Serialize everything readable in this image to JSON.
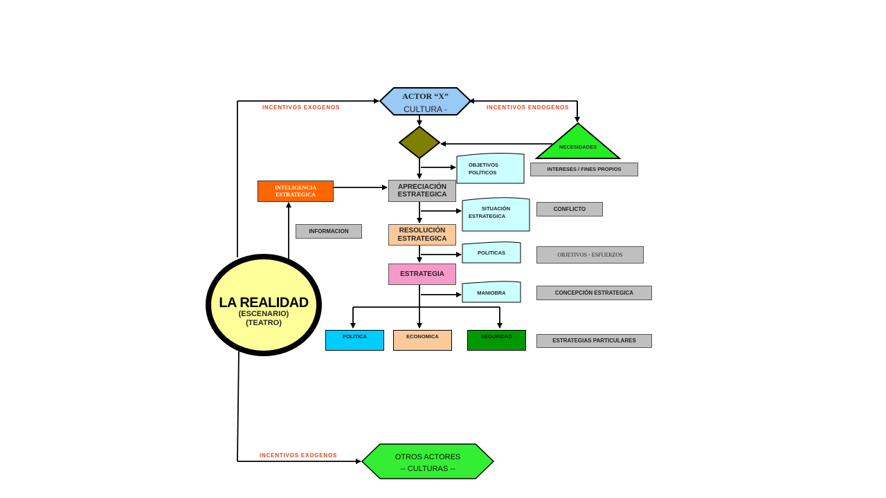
{
  "actor": {
    "title": "ACTOR “X”",
    "subtitle": "CULTURA  -"
  },
  "incentives": {
    "exogenous_top": "INCENTIVOS  EXOGENOS",
    "endogenous": "INCENTIVOS  ENDOGENOS",
    "exogenous_bottom": "INCENTIVOS  EXOGENOS"
  },
  "necesidades": "NECESIDADES",
  "reality": {
    "title": "LA REALIDAD",
    "line1": "(ESCENARIO)",
    "line2": "(TEATRO)"
  },
  "inteligencia": {
    "line1": "INTELIGENCIA",
    "line2": "ESTRATEGICA"
  },
  "informacion": "INFORMACION",
  "apreciacion": {
    "line1": "APRECIACIÓN",
    "line2": "ESTRATEGICA"
  },
  "resolucion": {
    "line1": "RESOLUCIÓN",
    "line2": "ESTRATEGICA"
  },
  "estrategia": "ESTRATEGIA",
  "documents": {
    "objetivos": {
      "line1": "OBJETIVOS",
      "line2": "POLÍTICOS"
    },
    "situacion": {
      "line1": "SITUACIÓN",
      "line2": "ESTRATEGICA"
    },
    "politicas": "POLITICAS",
    "maniobra": "MANIOBRA"
  },
  "right_labels": {
    "intereses": "INTERESES / FINES PROPIOS",
    "conflicto": "CONFLICTO",
    "objetivos_esfuerzos": "OBJETIVOS  -  ESFUERZOS",
    "concepcion": "CONCEPCIÓN ESTRATEGICA",
    "particulares": "ESTRATEGIAS PARTICULARES"
  },
  "branches": {
    "politica": "POLITICA",
    "economica": "ECONOMICA",
    "seguridad": "SEGURIDAD"
  },
  "otros": {
    "line1": "OTROS  ACTORES",
    "line2": "--  CULTURAS  --"
  },
  "colors": {
    "actor": "#99c9f5",
    "decision": "#808000",
    "necesidades": "#22ee22",
    "reality": "#ffff99",
    "inteligencia": "#ff6600",
    "apreciacion": "#c0c0c0",
    "resolucion": "#fcc99a",
    "estrategia": "#f59ac8",
    "document": "#ccffff",
    "politica": "#00ccff",
    "economica": "#fcc99a",
    "seguridad": "#009900",
    "otros": "#33ee33",
    "incentive_text": "#e0401a"
  }
}
